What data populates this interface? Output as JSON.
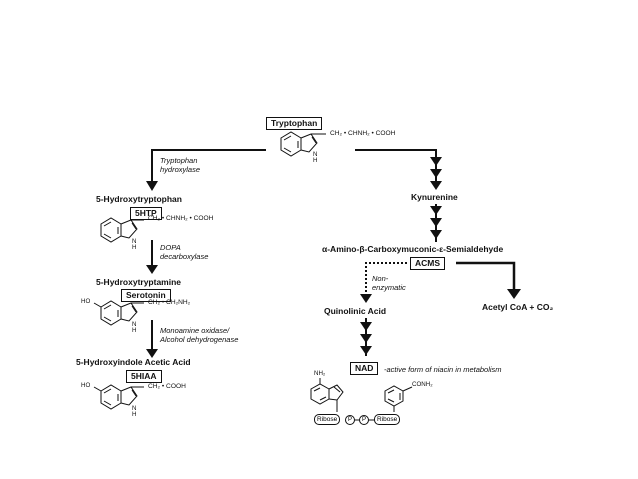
{
  "tryptophan": {
    "label": "Tryptophan",
    "formula": "CH₂ • CHNH₂ • COOH",
    "nh": "N\nH"
  },
  "left_branch": {
    "enzyme1": "Tryptophan\nhydroxylase",
    "hydroxytryptophan": "5-Hydroxytryptophan",
    "box_5htp": "5HTP",
    "formula_5htp": "CH₂ • CHNH₂ • COOH",
    "nh1": "N\nH",
    "enzyme2": "DOPA\ndecarboxylase",
    "hydroxytryptamine": "5-Hydroxytryptamine",
    "box_serotonin": "Serotonin",
    "ho1": "HO",
    "formula_serotonin": "CH₂ • CH₂NH₂",
    "nh2": "N\nH",
    "enzyme3": "Monoamine oxidase/\nAlcohol dehydrogenase",
    "hiaa_name": "5-Hydroxyindole Acetic Acid",
    "box_5hiaa": "5HIAA",
    "ho2": "HO",
    "formula_5hiaa": "CH₂ • COOH",
    "nh3": "N\nH"
  },
  "right_branch": {
    "kynurenine": "Kynurenine",
    "semialdehyde": "α-Amino-β-Carboxymuconic-ε-Semialdehyde",
    "box_acms": "ACMS",
    "non_enzymatic": "Non-\nenzymatic",
    "quinolinic": "Quinolinic Acid",
    "acetyl": "Acetyl CoA + CO₂",
    "box_nad": "NAD",
    "nad_note": "-active form of niacin in metabolism",
    "nh2_label": "NH₂",
    "conh2_label": "CONH₂",
    "ribose1": "Ribose",
    "p1": "P",
    "p2": "P",
    "ribose2": "Ribose"
  }
}
